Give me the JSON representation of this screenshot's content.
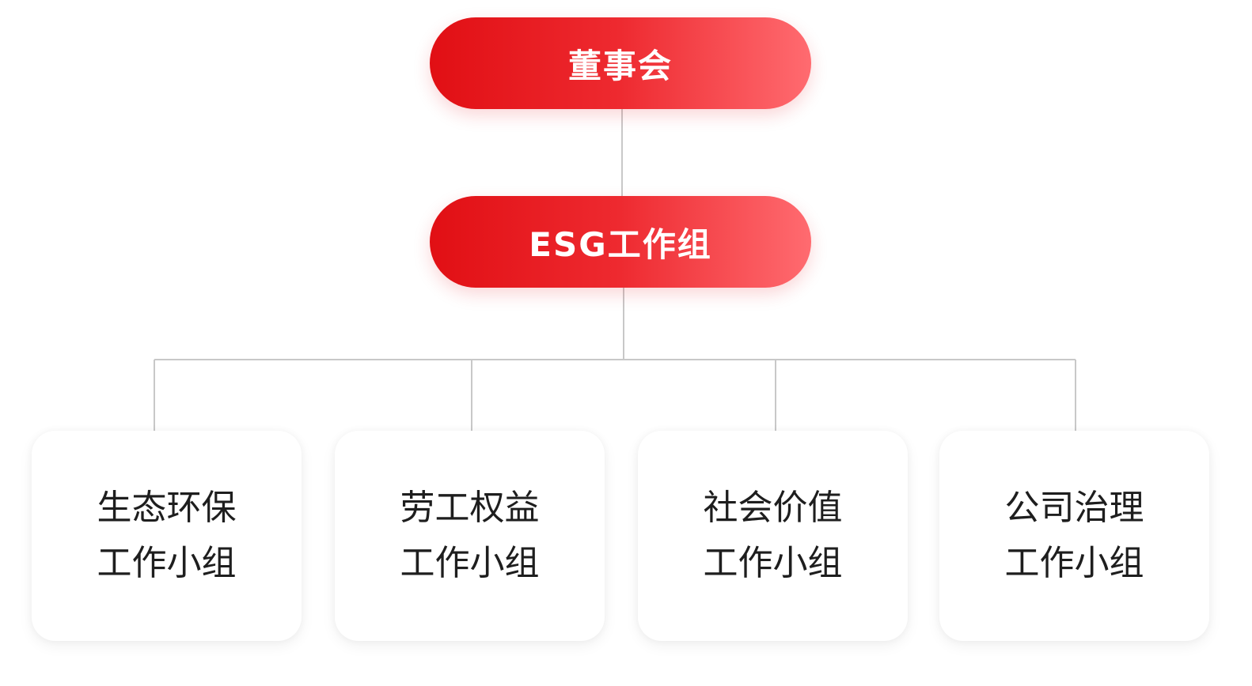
{
  "top": {
    "label": "董事会"
  },
  "middle": {
    "label": "ESG工作组"
  },
  "groups": [
    {
      "line1": "生态环保",
      "line2": "工作小组"
    },
    {
      "line1": "劳工权益",
      "line2": "工作小组"
    },
    {
      "line1": "社会价值",
      "line2": "工作小组"
    },
    {
      "line1": "公司治理",
      "line2": "工作小组"
    }
  ],
  "colors": {
    "accent_start": "#e10f14",
    "accent_end": "#ff6b70",
    "connector": "#c8c8c8"
  }
}
